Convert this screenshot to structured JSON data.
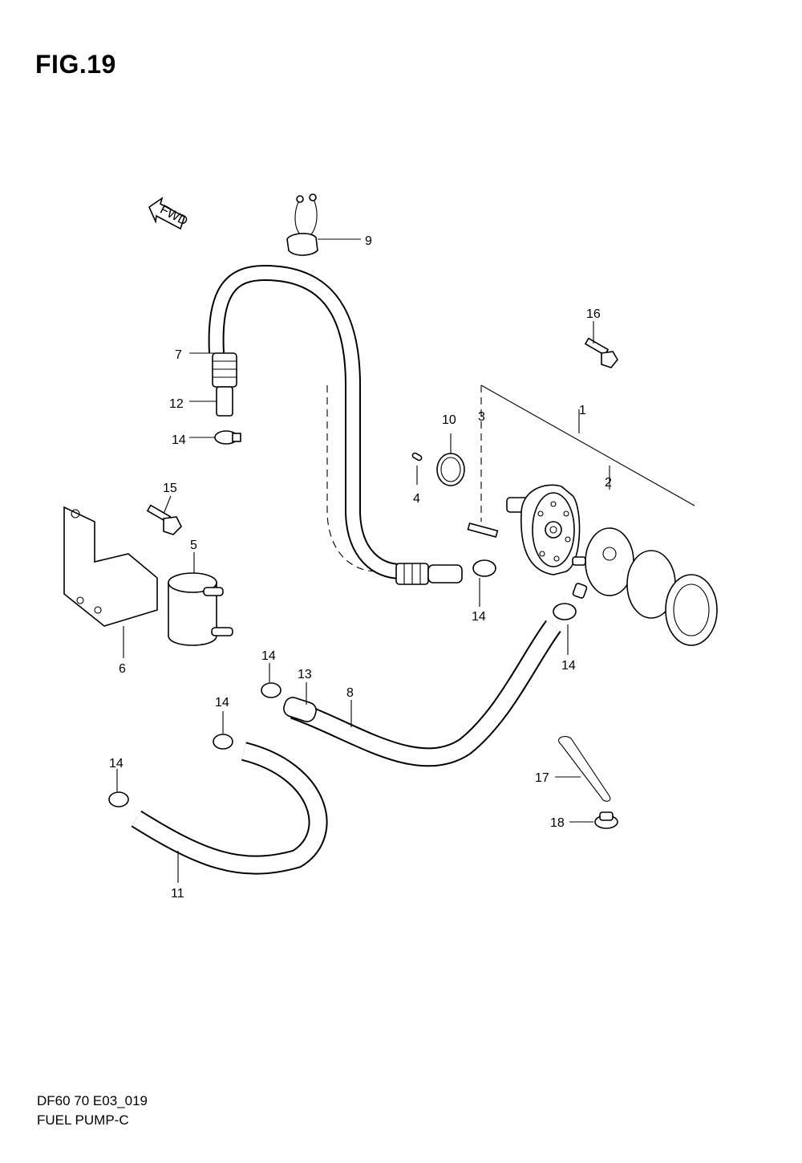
{
  "figure": {
    "title": "FIG.19",
    "direction_label": "FWD",
    "model_code": "DF60 70 E03_019",
    "caption": "FUEL PUMP-C"
  },
  "callouts": [
    {
      "id": "c1",
      "label": "1"
    },
    {
      "id": "c2",
      "label": "2"
    },
    {
      "id": "c3",
      "label": "3"
    },
    {
      "id": "c4",
      "label": "4"
    },
    {
      "id": "c5",
      "label": "5"
    },
    {
      "id": "c6",
      "label": "6"
    },
    {
      "id": "c7",
      "label": "7"
    },
    {
      "id": "c8",
      "label": "8"
    },
    {
      "id": "c9",
      "label": "9"
    },
    {
      "id": "c10",
      "label": "10"
    },
    {
      "id": "c11",
      "label": "11"
    },
    {
      "id": "c12",
      "label": "12"
    },
    {
      "id": "c13",
      "label": "13"
    },
    {
      "id": "c14a",
      "label": "14"
    },
    {
      "id": "c14b",
      "label": "14"
    },
    {
      "id": "c14c",
      "label": "14"
    },
    {
      "id": "c14d",
      "label": "14"
    },
    {
      "id": "c14e",
      "label": "14"
    },
    {
      "id": "c14f",
      "label": "14"
    },
    {
      "id": "c15",
      "label": "15"
    },
    {
      "id": "c16",
      "label": "16"
    },
    {
      "id": "c17",
      "label": "17"
    },
    {
      "id": "c18",
      "label": "18"
    }
  ]
}
